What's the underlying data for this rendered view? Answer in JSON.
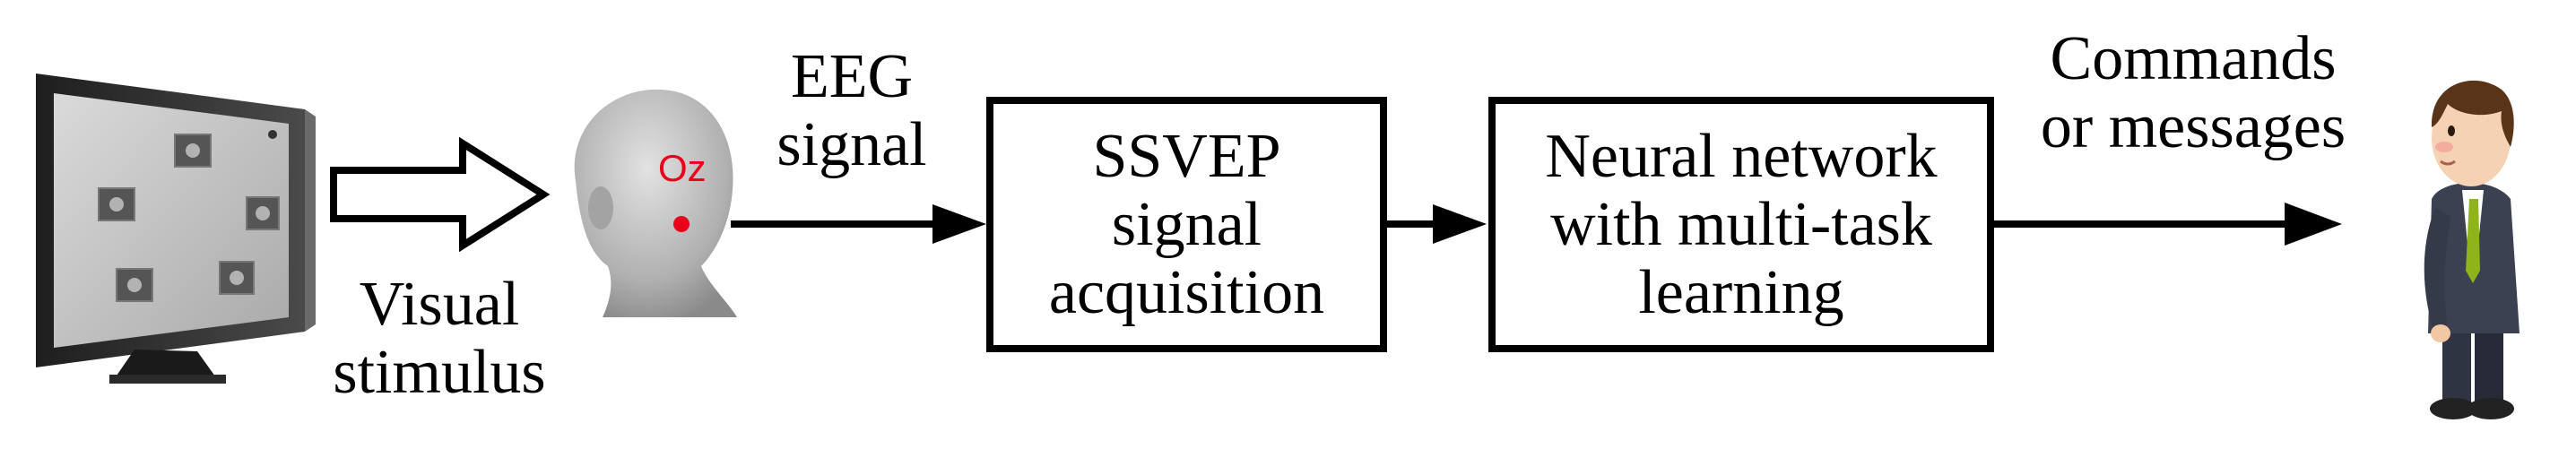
{
  "diagram": {
    "stimulus_label": [
      "Visual",
      "stimulus"
    ],
    "signal_label": [
      "EEG",
      "signal"
    ],
    "electrode_label": "Oz",
    "box1_label": [
      "SSVEP",
      "signal",
      "acquisition"
    ],
    "box2_label": [
      "Neural network",
      "with multi-task",
      "learning"
    ],
    "output_label": [
      "Commands",
      "or messages"
    ]
  },
  "colors": {
    "electrode": "#e8001c",
    "monitor_frame": "#3a3a3a",
    "screen": "#cfcfcf",
    "head": "#bdbdbd",
    "suit": "#3b4150",
    "tie": "#8fb31a",
    "hair": "#5a3418"
  }
}
